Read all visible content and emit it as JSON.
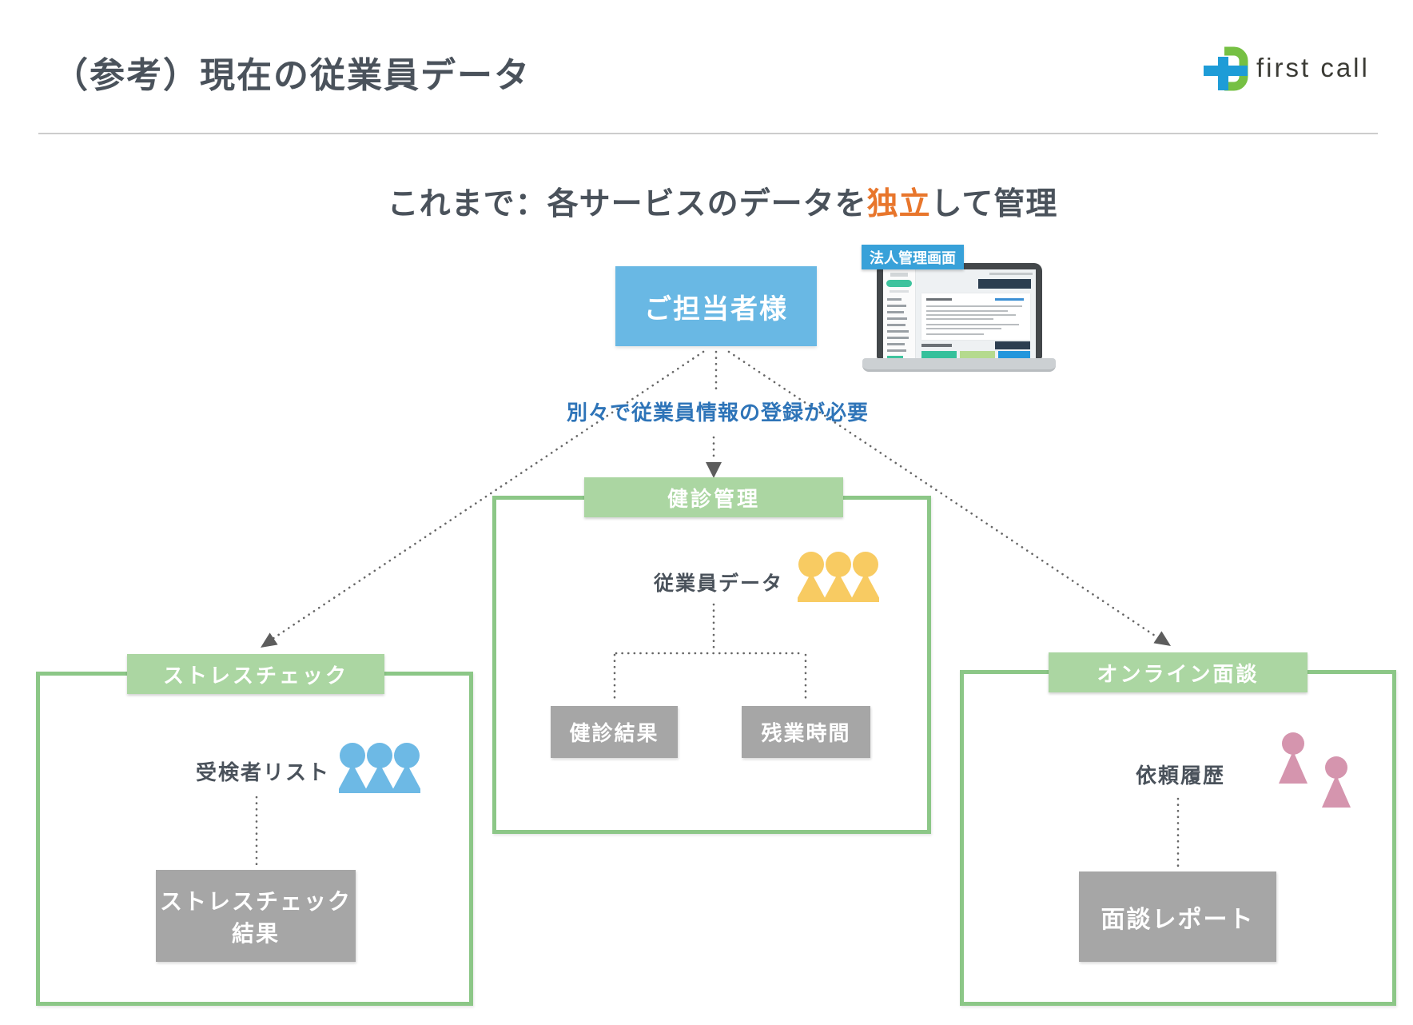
{
  "page": {
    "title": "（参考）現在の従業員データ"
  },
  "logo": {
    "text": "first call"
  },
  "subtitle": {
    "prefix": "これまで：各サービスのデータを",
    "highlight": "独立",
    "suffix": "して管理"
  },
  "manager_box": {
    "label": "ご担当者様"
  },
  "screen_label": {
    "text": "法人管理画面"
  },
  "note": {
    "text": "別々で従業員情報の登録が必要"
  },
  "services": {
    "stress_check": {
      "title": "ストレスチェック",
      "item": "受検者リスト",
      "result_lines": [
        "ストレスチェック",
        "結果"
      ]
    },
    "health_check": {
      "title": "健診管理",
      "item": "従業員データ",
      "result_left": "健診結果",
      "result_right": "残業時間"
    },
    "online_interview": {
      "title": "オンライン面談",
      "item": "依頼履歴",
      "result": "面談レポート"
    }
  },
  "colors": {
    "title_text": "#4a525b",
    "subtitle_highlight": "#e8762c",
    "note_text": "#2e74b8",
    "manager_box_bg": "#69b8e4",
    "screen_label_bg": "#38a1d9",
    "green_header_bg": "#abd6a2",
    "green_border": "#8cc787",
    "gray_box_bg": "#a6a6a6",
    "people_blue": "#6db9e5",
    "people_yellow": "#f8cb62",
    "people_pink": "#d595ae",
    "connector_gray": "#666666",
    "logo_green": "#76c043",
    "logo_blue": "#1e9cd7"
  }
}
